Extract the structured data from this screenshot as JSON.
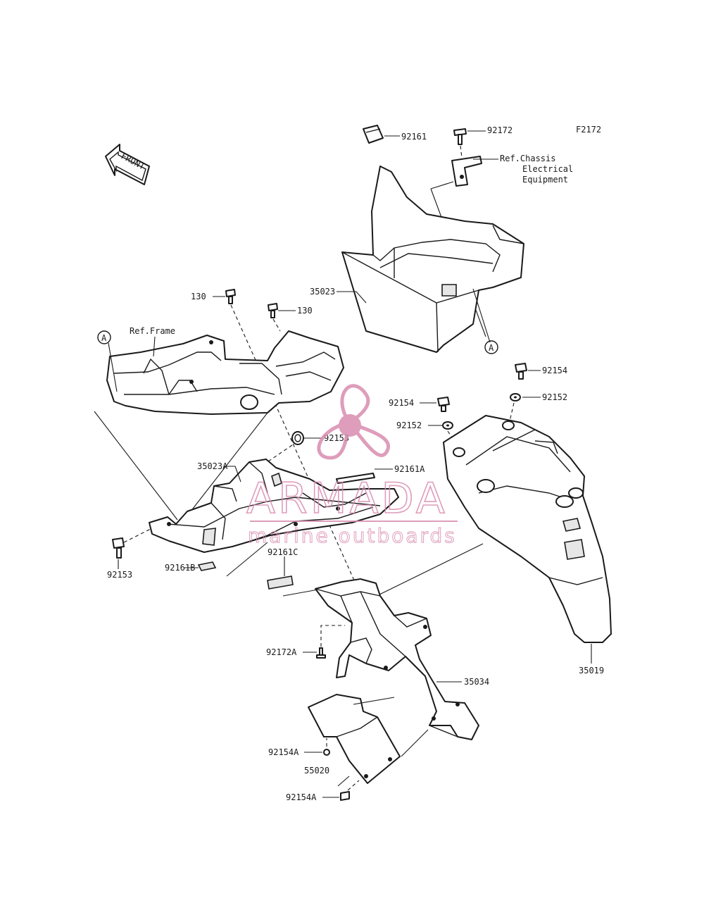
{
  "figure_code": "F2172",
  "front_arrow": {
    "label": "FRONT"
  },
  "references": {
    "chassis": [
      "Ref.Chassis",
      "Electrical",
      "Equipment"
    ],
    "frame": "Ref.Frame",
    "marker_a": "A"
  },
  "parts": {
    "p92161": "92161",
    "p92172": "92172",
    "p35023": "35023",
    "p130_left": "130",
    "p130_right": "130",
    "p92154_top": "92154",
    "p92152_top": "92152",
    "p92154_mid": "92154",
    "p92152_mid": "92152",
    "p92153_upper": "92153",
    "p35023A": "35023A",
    "p92161A": "92161A",
    "p92153_lower": "92153",
    "p92161B": "92161B",
    "p92161C": "92161C",
    "p92172A": "92172A",
    "p35034": "35034",
    "p35019": "35019",
    "p92154A_upper": "92154A",
    "p55020": "55020",
    "p92154A_lower": "92154A"
  },
  "watermark": {
    "brand": "ARMADA",
    "tagline": "marine outboards",
    "color": "#d98cb0"
  }
}
